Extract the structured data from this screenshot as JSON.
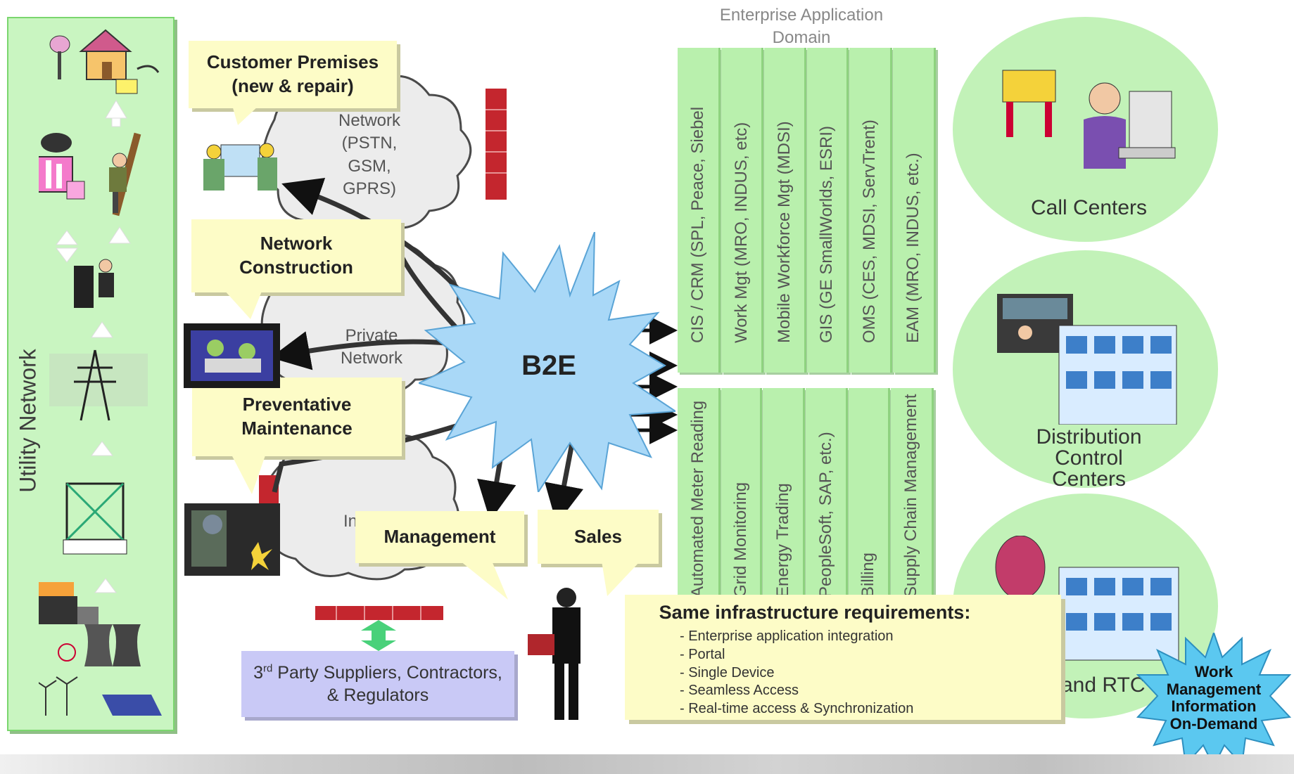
{
  "left_panel": {
    "title": "Utility Network"
  },
  "domain_header": {
    "line1": "Enterprise Application",
    "line2": "Domain"
  },
  "callouts": {
    "customer_line1": "Customer Premises",
    "customer_line2": "(new & repair)",
    "construction_line1": "Network",
    "construction_line2": "Construction",
    "maintenance_line1": "Preventative",
    "maintenance_line2": "Maintenance",
    "management": "Management",
    "sales": "Sales"
  },
  "clouds": {
    "network": [
      "Network",
      "(PSTN,",
      "GSM,",
      "GPRS)"
    ],
    "private": [
      "Private",
      "Network"
    ],
    "internet_partial": "In"
  },
  "b2e": {
    "label": "B2E"
  },
  "app_columns_top": [
    "CIS / CRM (SPL, Peace, Siebel",
    "Work Mgt (MRO, INDUS, etc)",
    "Mobile Workforce Mgt (MDSI)",
    "GIS (GE SmallWorlds, ESRI)",
    "OMS (CES, MDSI, ServTrent)",
    "EAM (MRO, INDUS, etc.)"
  ],
  "app_columns_bottom": [
    "Automated Meter Reading",
    "Grid Monitoring",
    "Energy Trading",
    "PeopleSoft, SAP, etc.)",
    "Billing",
    "Supply Chain Management"
  ],
  "circles": {
    "call_centers": "Call Centers",
    "distribution_line1": "Distribution",
    "distribution_line2": "Control",
    "distribution_line3": "Centers",
    "rtc_partial": "and RTC"
  },
  "requirements": {
    "title": "Same infrastructure requirements:",
    "items": [
      "-  Enterprise application integration",
      "-  Portal",
      "-  Single Device",
      "-  Seamless Access",
      "-  Real-time access & Synchronization"
    ]
  },
  "suppliers": {
    "prefix": "3",
    "superscript": "rd",
    "line1_rest": " Party Suppliers, Contractors,",
    "line2": "& Regulators"
  },
  "badge": {
    "line1": "Work",
    "line2": "Management",
    "line3": "Information",
    "line4": "On-Demand"
  },
  "colors": {
    "green_panel": "#c9f5c1",
    "callout": "#fdfcc7",
    "b2e_star": "#a9d8f7",
    "badge_star": "#5bc8f0",
    "supplier_box": "#c9c9f6"
  }
}
